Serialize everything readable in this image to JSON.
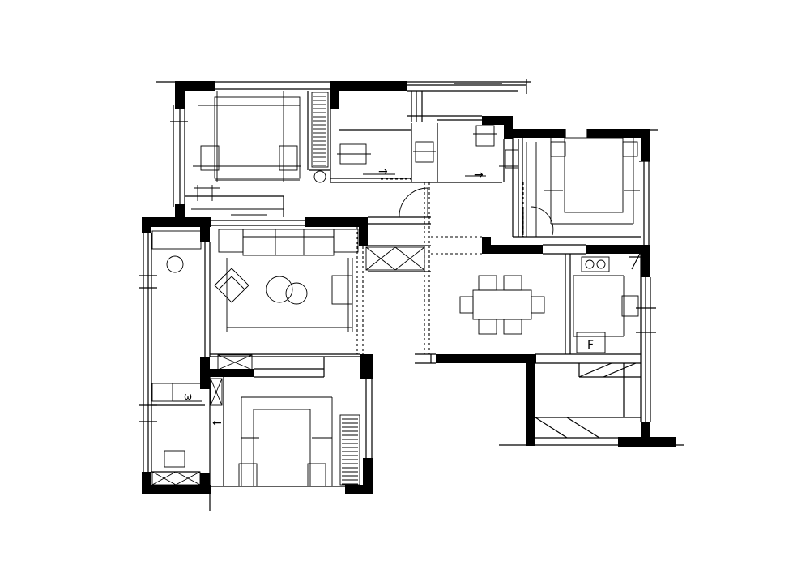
{
  "plan": {
    "style": "hand-drawn architectural floor plan sketch",
    "wall_color": "#000000",
    "background": "#ffffff",
    "rooms": [
      "bedroom-top-left",
      "bathroom-top-center",
      "bedroom-top-right",
      "living-room",
      "balcony-left",
      "bedroom-bottom-left",
      "dining-area",
      "kitchen",
      "balcony-bottom-right"
    ],
    "symbols": {
      "arrow_bath_1": "→",
      "arrow_bath_2": "→",
      "arrow_bedroom": "←",
      "washer_mark": "ω",
      "fridge_mark": "F"
    }
  }
}
